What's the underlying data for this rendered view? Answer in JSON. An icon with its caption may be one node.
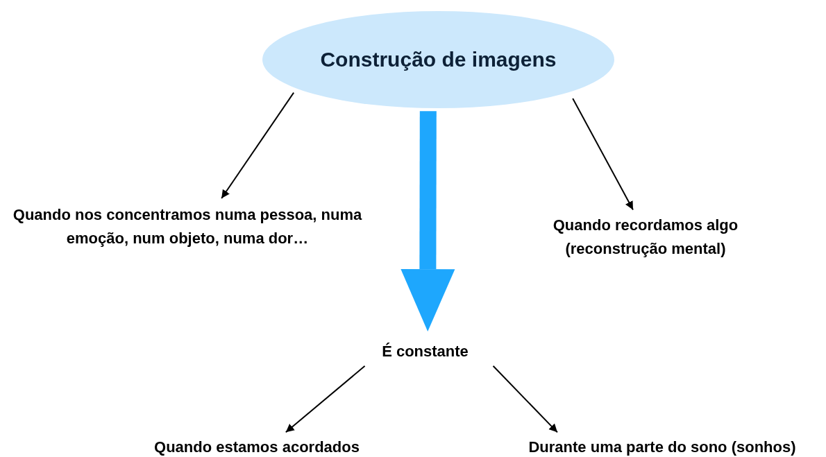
{
  "diagram": {
    "nodes": [
      {
        "text": [
          "Construção de imagens"
        ]
      },
      {
        "text": [
          "Quando nos concentramos numa pessoa, numa emoção, num objeto, numa dor…"
        ]
      },
      {
        "text": [
          "Quando recordamos algo (reconstrução mental)"
        ]
      },
      {
        "text": [
          "É constante"
        ]
      },
      {
        "text": [
          "Quando estamos acordados"
        ]
      },
      {
        "text": [
          "Durante uma parte do sono (sonhos)"
        ]
      }
    ],
    "edges": [
      {
        "from": 0,
        "to": 1,
        "arrow": "to"
      },
      {
        "from": 0,
        "to": 3,
        "arrow": "to",
        "style": "thick",
        "color": "#1ea7fd"
      },
      {
        "from": 0,
        "to": 2,
        "arrow": "to"
      },
      {
        "from": 3,
        "to": 4,
        "arrow": "to"
      },
      {
        "from": 3,
        "to": 5,
        "arrow": "to"
      }
    ]
  }
}
